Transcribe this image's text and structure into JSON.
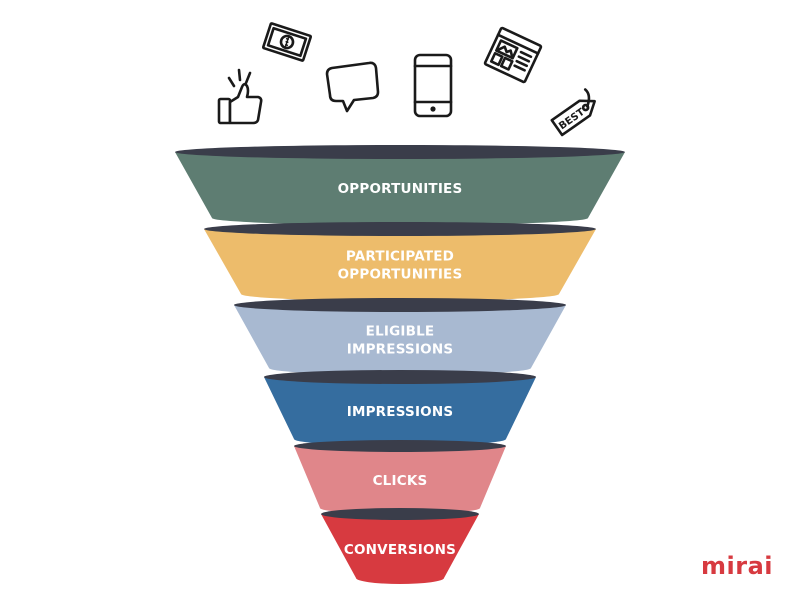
{
  "funnel": {
    "stages": [
      {
        "lines": [
          "OPPORTUNITIES"
        ],
        "color": "#5e7d72"
      },
      {
        "lines": [
          "PARTICIPATED",
          "OPPORTUNITIES"
        ],
        "color": "#edbc6b"
      },
      {
        "lines": [
          "ELIGIBLE",
          "IMPRESSIONS"
        ],
        "color": "#a8b9d1"
      },
      {
        "lines": [
          "IMPRESSIONS"
        ],
        "color": "#356d9f"
      },
      {
        "lines": [
          "CLICKS"
        ],
        "color": "#e0868a"
      },
      {
        "lines": [
          "CONVERSIONS"
        ],
        "color": "#d73a40"
      }
    ],
    "rim_color": "#3a3d4a"
  },
  "icons": [
    "thumbs-up-icon",
    "money-bill-icon",
    "speech-bubble-icon",
    "smartphone-icon",
    "webpage-icon",
    "price-tag-icon"
  ],
  "tag_text": "BEST",
  "logo": {
    "text": "mirai",
    "color": "#d73a40"
  }
}
